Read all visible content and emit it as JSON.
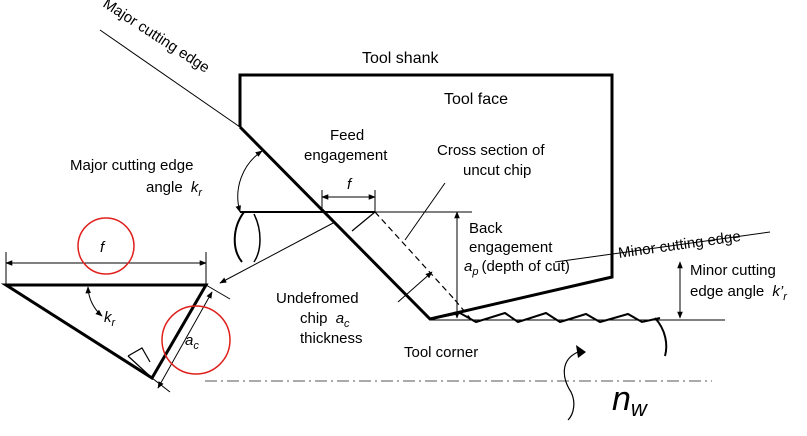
{
  "labels": {
    "tool_shank": "Tool shank",
    "tool_face": "Tool face",
    "major_cutting_edge": "Major cutting edge",
    "major_angle_line1": "Major cutting edge",
    "major_angle_line2": "angle",
    "major_angle_symbol": "k",
    "major_angle_sub": "r",
    "feed_engagement_line1": "Feed",
    "feed_engagement_line2": "engagement",
    "feed_symbol": "f",
    "cross_section_line1": "Cross section of",
    "cross_section_line2": "uncut chip",
    "back_engagement_line1": "Back",
    "back_engagement_line2": "engagement",
    "ap_symbol": "a",
    "ap_sub": "p",
    "depth_of_cut": "(depth of cut)",
    "minor_cutting_edge": "Minor cutting edge",
    "minor_angle_line1": "Minor cutting",
    "minor_angle_line2": "edge angle",
    "minor_angle_symbol": "k’",
    "minor_angle_sub": "r",
    "undeformed_line1": "Undefromed",
    "undeformed_line2": "chip",
    "undeformed_line3": "thickness",
    "ac_symbol": "a",
    "ac_sub": "c",
    "tool_corner": "Tool corner",
    "left_f": "f",
    "left_kr": "k",
    "left_kr_sub": "r",
    "left_ac": "a",
    "left_ac_sub": "c",
    "nw_symbol": "n",
    "nw_sub": "w"
  },
  "colors": {
    "line": "#000000",
    "highlight_circle": "#e0201b",
    "axis": "#555555"
  }
}
